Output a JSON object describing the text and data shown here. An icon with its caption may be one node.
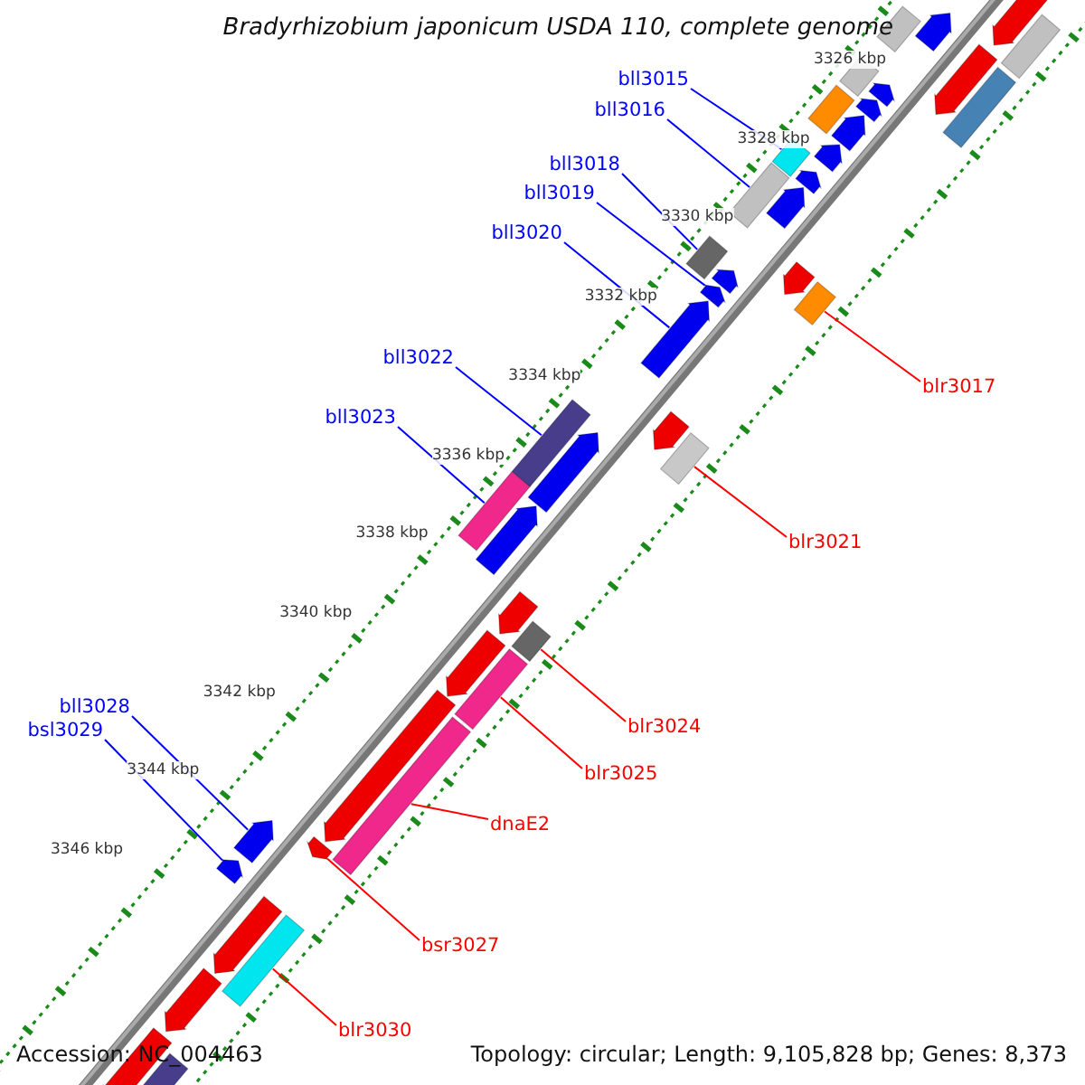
{
  "diagram": {
    "title": "Bradyrhizobium japonicum USDA 110, complete genome",
    "nodes": [
      {
        "text": [
          "bll3015"
        ]
      },
      {
        "text": [
          "bll3016"
        ]
      },
      {
        "text": [
          "bll3018"
        ]
      },
      {
        "text": [
          "bll3019"
        ]
      },
      {
        "text": [
          "bll3020"
        ]
      },
      {
        "text": [
          "blr3017"
        ]
      },
      {
        "text": [
          "bll3022"
        ]
      },
      {
        "text": [
          "bll3023"
        ]
      },
      {
        "text": [
          "blr3021"
        ]
      },
      {
        "text": [
          "bll3028"
        ]
      },
      {
        "text": [
          "bsl3029"
        ]
      },
      {
        "text": [
          "blr3024"
        ]
      },
      {
        "text": [
          "blr3025"
        ]
      },
      {
        "text": [
          "dnaE2"
        ]
      },
      {
        "text": [
          "bsr3027"
        ]
      },
      {
        "text": [
          "blr3030"
        ]
      },
      {
        "text": [],
        "shape": "arrow"
      },
      {
        "text": [],
        "shape": "box"
      },
      {
        "text": [],
        "shape": "box"
      },
      {
        "text": [],
        "shape": "arrow"
      },
      {
        "text": [],
        "shape": "arrow"
      },
      {
        "text": [],
        "shape": "box"
      },
      {
        "text": [],
        "shape": "box"
      },
      {
        "text": [],
        "shape": "arrow"
      },
      {
        "text": [],
        "shape": "arrow"
      },
      {
        "text": [],
        "shape": "box"
      },
      {
        "text": [],
        "shape": "arrow"
      },
      {
        "text": [],
        "shape": "arrow"
      },
      {
        "text": [],
        "shape": "box"
      },
      {
        "text": [],
        "shape": "arrow"
      },
      {
        "text": [],
        "shape": "arrow"
      },
      {
        "text": [],
        "shape": "box"
      },
      {
        "text": [],
        "shape": "arrow"
      },
      {
        "text": [],
        "shape": "box"
      },
      {
        "text": [],
        "shape": "box"
      },
      {
        "text": [],
        "shape": "arrow"
      },
      {
        "text": [],
        "shape": "arrow"
      },
      {
        "text": [],
        "shape": "arrow"
      },
      {
        "text": [],
        "shape": "arrow"
      },
      {
        "text": [],
        "shape": "box"
      },
      {
        "text": [],
        "shape": "box"
      },
      {
        "text": [],
        "shape": "arrow"
      },
      {
        "text": [],
        "shape": "box"
      },
      {
        "text": [],
        "shape": "arrow"
      },
      {
        "text": [],
        "shape": "arrow"
      },
      {
        "text": [],
        "shape": "box"
      },
      {
        "text": [],
        "shape": "arrow"
      },
      {
        "text": [],
        "shape": "box"
      },
      {
        "text": [],
        "shape": "arrow"
      },
      {
        "text": [],
        "shape": "box"
      },
      {
        "text": [],
        "shape": "arrow"
      },
      {
        "text": [],
        "shape": "arrow"
      },
      {
        "text": [],
        "shape": "arrow"
      },
      {
        "text": [],
        "shape": "arrow"
      },
      {
        "text": [],
        "shape": "box"
      },
      {
        "text": [],
        "shape": "arrow"
      },
      {
        "text": [],
        "shape": "arrow"
      },
      {
        "text": [],
        "shape": "box"
      }
    ],
    "edges": [
      {
        "from": 0,
        "to": 28,
        "arrow": "none"
      },
      {
        "from": 1,
        "to": 31,
        "arrow": "none"
      },
      {
        "from": 2,
        "to": 34,
        "arrow": "none"
      },
      {
        "from": 3,
        "to": 36,
        "arrow": "none"
      },
      {
        "from": 4,
        "to": 37,
        "arrow": "none"
      },
      {
        "from": 5,
        "to": 33,
        "arrow": "none",
        "color": "#ff0000"
      },
      {
        "from": 6,
        "to": 40,
        "arrow": "none"
      },
      {
        "from": 7,
        "to": 42,
        "arrow": "none"
      },
      {
        "from": 8,
        "to": 39,
        "arrow": "none",
        "color": "#ff0000"
      },
      {
        "from": 9,
        "to": 51,
        "arrow": "none"
      },
      {
        "from": 10,
        "to": 52,
        "arrow": "none"
      },
      {
        "from": 11,
        "to": 45,
        "arrow": "none",
        "color": "#ff0000"
      },
      {
        "from": 12,
        "to": 47,
        "arrow": "none",
        "color": "#ff0000"
      },
      {
        "from": 13,
        "to": 49,
        "arrow": "none",
        "color": "#ff0000"
      },
      {
        "from": 14,
        "to": 50,
        "arrow": "none",
        "color": "#ff0000"
      },
      {
        "from": 15,
        "to": 54,
        "arrow": "none",
        "color": "#ff0000"
      }
    ],
    "labels": [
      "3326 kbp",
      "3328 kbp",
      "3330 kbp",
      "3332 kbp",
      "3334 kbp",
      "3336 kbp",
      "3338 kbp",
      "3340 kbp",
      "3342 kbp",
      "3344 kbp",
      "3346 kbp",
      "Accession: NC_004463",
      "Topology: circular; Length: 9,105,828 bp; Genes: 8,373"
    ]
  }
}
